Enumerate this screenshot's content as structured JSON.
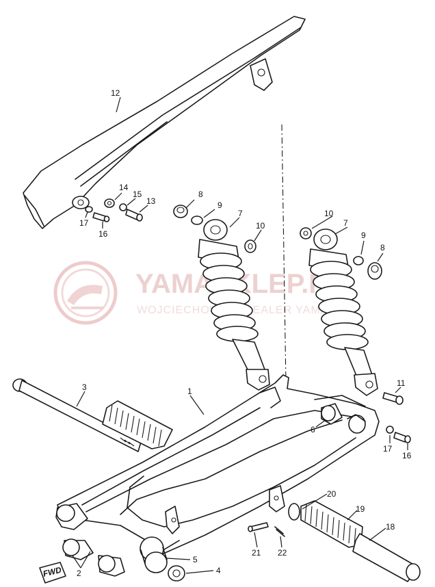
{
  "watermark": {
    "title": "YAMASKLEP.PL",
    "subtitle": "WOJCIECHOWSKI DEALER YAMAHA",
    "color": "#e9c9c9"
  },
  "fwd_label": "FWD",
  "callouts": {
    "c1": "1",
    "c2": "2",
    "c3": "3",
    "c4": "4",
    "c5": "5",
    "c6": "6",
    "c7a": "7",
    "c7b": "7",
    "c8a": "8",
    "c8b": "8",
    "c9a": "9",
    "c9b": "9",
    "c10a": "10",
    "c10b": "10",
    "c11": "11",
    "c12": "12",
    "c13": "13",
    "c14": "14",
    "c15": "15",
    "c16a": "16",
    "c16b": "16",
    "c17a": "17",
    "c17b": "17",
    "c18": "18",
    "c19": "19",
    "c20": "20",
    "c21": "21",
    "c22": "22"
  }
}
